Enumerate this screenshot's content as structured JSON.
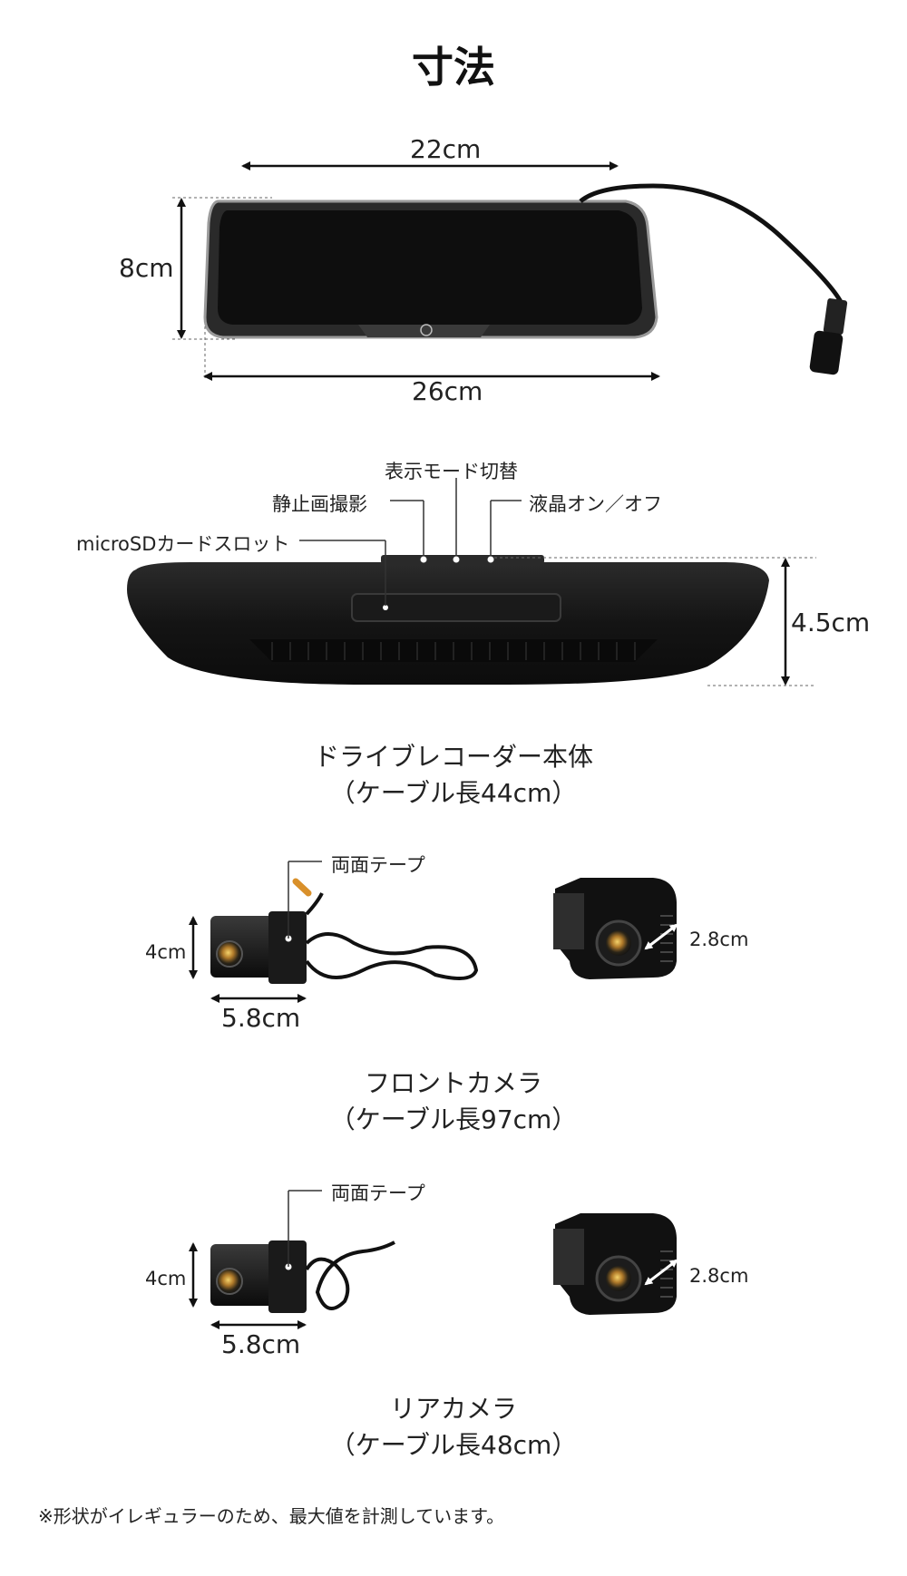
{
  "title": "寸法",
  "mirror": {
    "dim_top": "22cm",
    "dim_left": "8cm",
    "dim_bottom": "26cm"
  },
  "recorder": {
    "label_mode": "表示モード切替",
    "label_still": "静止画撮影",
    "label_lcd": "液晶オン／オフ",
    "label_sd": "microSDカードスロット",
    "dim_height": "4.5cm",
    "caption_line1": "ドライブレコーダー本体",
    "caption_line2": "（ケーブル長44cm）"
  },
  "front_camera": {
    "tape_label": "両面テープ",
    "dim_height": "4cm",
    "dim_width": "5.8cm",
    "dim_depth": "2.8cm",
    "caption_line1": "フロントカメラ",
    "caption_line2": "（ケーブル長97cm）"
  },
  "rear_camera": {
    "tape_label": "両面テープ",
    "dim_height": "4cm",
    "dim_width": "5.8cm",
    "dim_depth": "2.8cm",
    "caption_line1": "リアカメラ",
    "caption_line2": "（ケーブル長48cm）"
  },
  "footnote": "※形状がイレギュラーのため、最大値を計測しています。"
}
